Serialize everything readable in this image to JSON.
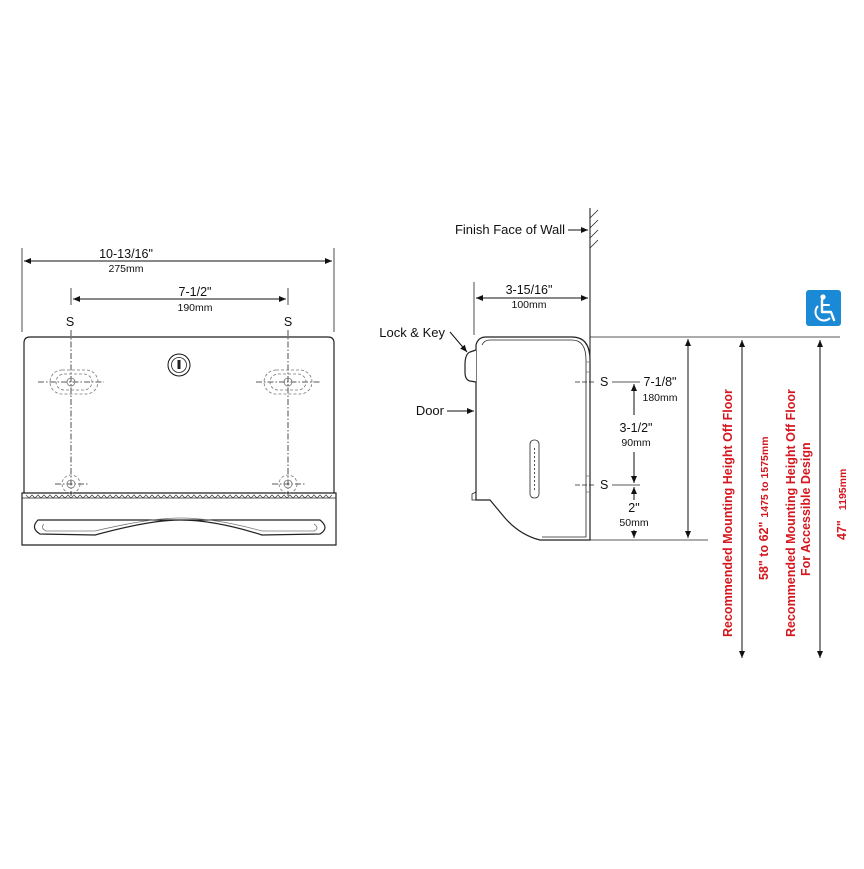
{
  "front_view": {
    "overall_width": "10-13/16\"",
    "overall_width_mm": "275mm",
    "screw_spacing": "7-1/2\"",
    "screw_spacing_mm": "190mm",
    "screw_label_left": "S",
    "screw_label_right": "S"
  },
  "side_view": {
    "finish_face_label": "Finish Face of Wall",
    "depth": "3-15/16\"",
    "depth_mm": "100mm",
    "lock_label": "Lock & Key",
    "door_label": "Door",
    "height": "7-1/8\"",
    "height_mm": "180mm",
    "screw_spacing": "3-1/2\"",
    "screw_spacing_mm": "90mm",
    "bottom_offset": "2\"",
    "bottom_offset_mm": "50mm",
    "screw_label_top": "S",
    "screw_label_bottom": "S"
  },
  "mounting": {
    "rec_label": "Recommended Mounting Height Off Floor",
    "rec_value": "58\" to 62\"",
    "rec_value_mm": "1475 to 1575mm",
    "ada_label_1": "Recommended Mounting Height Off Floor",
    "ada_label_2": "For Accessible Design",
    "ada_value": "47\"",
    "ada_value_mm": "1195mm",
    "accessibility_icon": "wheelchair-icon",
    "accent_color": "#d4171e",
    "icon_color": "#1a8ad6"
  }
}
